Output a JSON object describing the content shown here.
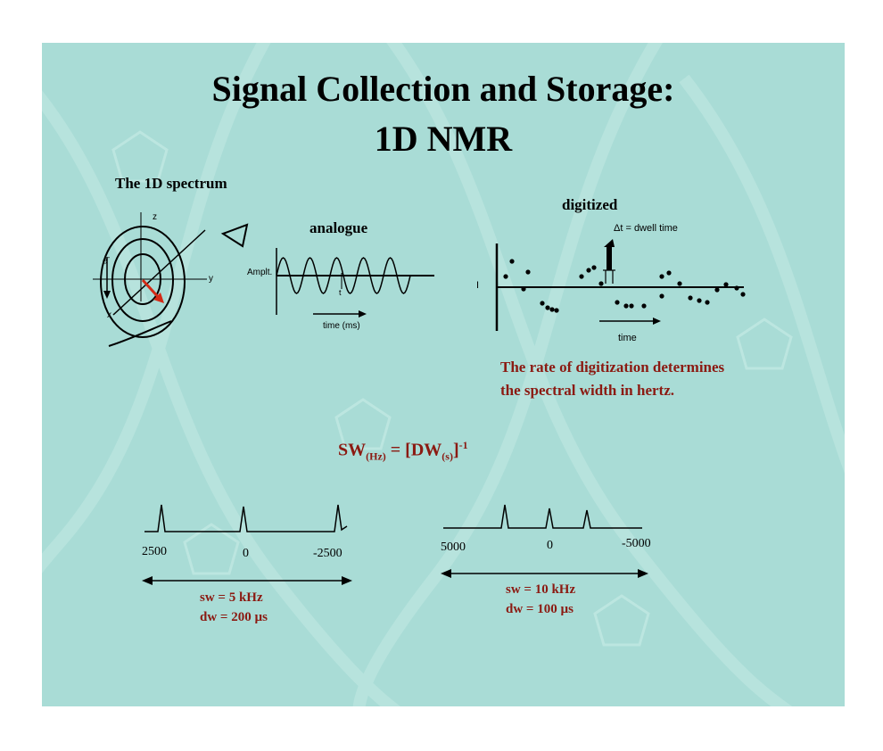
{
  "slide": {
    "title_line1": "Signal Collection and Storage:",
    "title_line2": "1D NMR",
    "section_label": "The 1D spectrum",
    "background_color": "#a9dcd6",
    "accent_color": "#8b1a12"
  },
  "vector_diagram": {
    "axis_z": "z",
    "axis_y": "y",
    "axis_x": "x",
    "electron_label": "e",
    "electron_sup": "-"
  },
  "analogue": {
    "label": "analogue",
    "y_label": "Amplt.",
    "x_label": "time (ms)",
    "tick_label": "t"
  },
  "digitized": {
    "label": "digitized",
    "dwell_label": "Δt = dwell time",
    "y_label": "I",
    "x_label": "time",
    "caption_line1": "The rate of digitization determines",
    "caption_line2": "the spectral width in hertz."
  },
  "formula": {
    "sw": "SW",
    "sw_sub": "(Hz)",
    "eq": " = [DW",
    "dw_sub": "(s)",
    "close": "]",
    "sup": "-1"
  },
  "spectrum_left": {
    "tick_left": "2500",
    "tick_center": "0",
    "tick_right": "-2500",
    "sw": "sw = 5 kHz",
    "dw": "dw = 200 µs"
  },
  "spectrum_right": {
    "tick_left": "5000",
    "tick_center": "0",
    "tick_right": "-5000",
    "sw": "sw = 10 kHz",
    "dw": "dw = 100 µs"
  }
}
